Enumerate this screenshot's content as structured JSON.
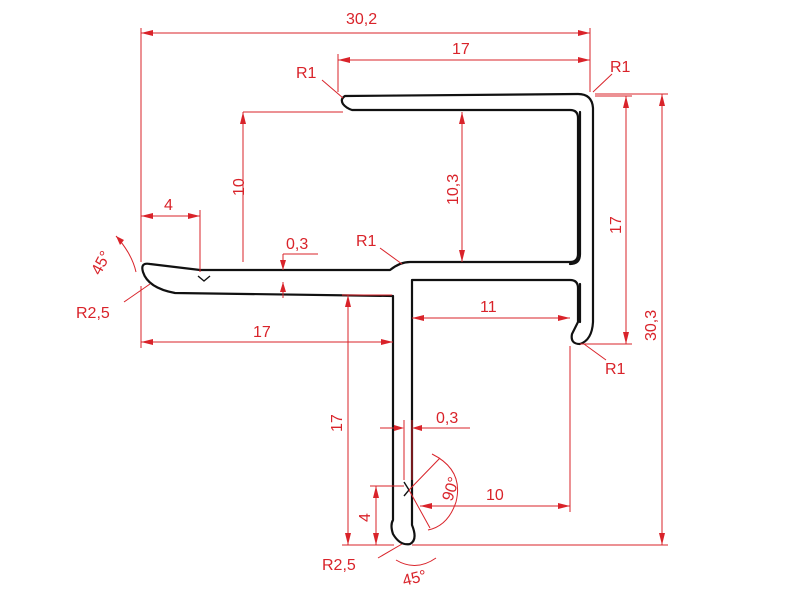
{
  "colors": {
    "dimension": "#d9232a",
    "profile": "#111111",
    "background": "#ffffff"
  },
  "dimensions": {
    "overall_width": "30,2",
    "top_flange": "17",
    "top_left_radius": "R1",
    "top_right_radius": "R1",
    "inner_height": "10",
    "cavity_height": "10,3",
    "right_leg": "17",
    "overall_height": "30,3",
    "lip_width": "4",
    "angle_left": "45°",
    "groove_left": "0,3",
    "step_radius": "R1",
    "left_tip_radius": "R2,5",
    "bottom_flange": "17",
    "cavity_width": "11",
    "hook_radius": "R1",
    "vertical_leg": "17",
    "groove_bottom": "0,3",
    "angle_right": "90°",
    "leg_tip_height": "4",
    "base_to_hook": "10",
    "bottom_tip_radius": "R2,5",
    "angle_bottom": "45°"
  }
}
